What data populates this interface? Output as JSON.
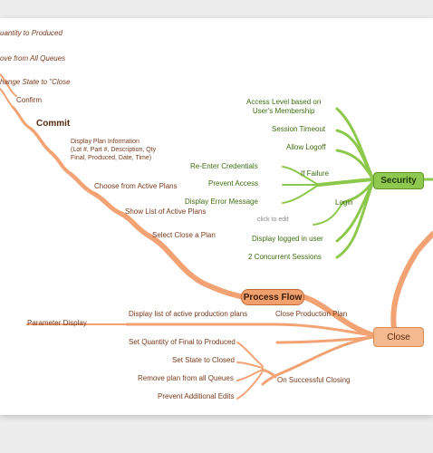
{
  "nodes": {
    "process_flow": "Process Flow",
    "security": "Security",
    "close": "Close"
  },
  "commit_branch": {
    "quantity": "uantity to Produced",
    "remove": "ove from All Queues",
    "change_state": "hange State to \"Close",
    "confirm": "Confirm",
    "commit": "Commit",
    "display_info": "Display Plan Information\n(Lot #, Part #, Description, Qty\nFinal, Produced, Date, Time)",
    "choose": "Choose from Active Plans",
    "show_list": "Show List of Active Plans",
    "select_close": "Select Close a Plan"
  },
  "security_branch": {
    "access_level": "Access Level based on\nUser's Membership",
    "session_timeout": "Session Timeout",
    "allow_logoff": "Allow Logoff",
    "reenter": "Re-Enter Credentials",
    "prevent_access": "Prevent Access",
    "display_error": "Display Error Message",
    "if_failure": "If Failure",
    "login": "Login",
    "click_to_edit": "click to edit",
    "display_logged": "Display logged in user",
    "concurrent": "2 Concurrent Sessions"
  },
  "close_branch": {
    "display_list": "Display list of active production plans",
    "parameter_display": "Parameter Display",
    "close_plan": "Close Production Plan",
    "set_quantity": "Set Quantity of Final to Produced",
    "set_state": "Set State to Closed",
    "remove_plan": "Remove plan from all Queues",
    "prevent_edits": "Prevent Additional Edits",
    "on_success": "On Successful Closing"
  },
  "colors": {
    "orange_branch": "#f2a273",
    "green_branch": "#8cc84b",
    "background": "#ffffff"
  }
}
